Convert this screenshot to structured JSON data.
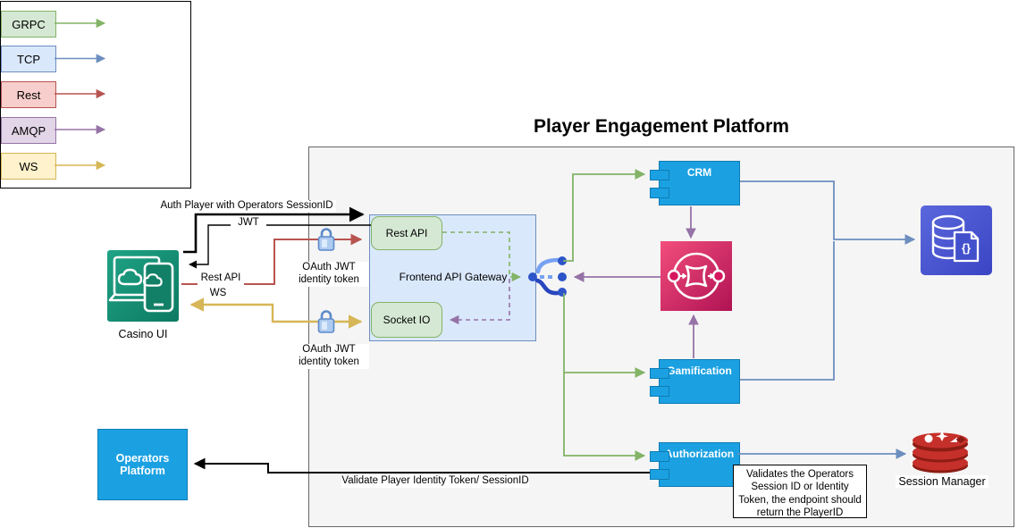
{
  "diagram_title": "Player Engagement Platform",
  "legend": {
    "items": [
      {
        "label": "GRPC",
        "fill": "#d5e8d4",
        "stroke": "#82b366"
      },
      {
        "label": "TCP",
        "fill": "#dae8fc",
        "stroke": "#6c8ebf"
      },
      {
        "label": "Rest",
        "fill": "#f8cecc",
        "stroke": "#b85450"
      },
      {
        "label": "AMQP",
        "fill": "#e1d5e7",
        "stroke": "#9673a6"
      },
      {
        "label": "WS",
        "fill": "#fff2cc",
        "stroke": "#d6b656"
      }
    ]
  },
  "nodes": {
    "casino_ui": {
      "label": "Casino UI"
    },
    "operators_platform": {
      "label": "Operators Platform"
    },
    "frontend_api_gateway": {
      "label": "Frontend API Gateway"
    },
    "rest_api": {
      "label": "Rest API"
    },
    "socket_io": {
      "label": "Socket IO"
    },
    "crm": {
      "label": "CRM"
    },
    "gamification": {
      "label": "Gamification"
    },
    "authorization": {
      "label": "Authorization"
    },
    "session_manager": {
      "label": "Session Manager"
    }
  },
  "edge_labels": {
    "auth_player": "Auth Player with Operators SessionID",
    "jwt": "JWT",
    "rest_api": "Rest API",
    "ws": "WS",
    "oauth_token_rest": "OAuth JWT identity token",
    "oauth_token_ws": "OAuth JWT identity token",
    "validate": "Validate Player Identity Token/ SessionID"
  },
  "note": {
    "text": "Validates the Operators Session ID or Identity Token, the endpoint should return the PlayerID"
  },
  "icons": {
    "casino_ui": "laptop-mobile-cloud-icon",
    "gateway_router": "load-balancer-icon",
    "event_bus": "event-bridge-icon",
    "database": "document-database-icon",
    "session_store": "redis-icon",
    "locks": "padlock-icon"
  },
  "colors": {
    "grpc_green": "#82b366",
    "tcp_blue": "#6c8ebf",
    "rest_red": "#b85450",
    "amqp_purple": "#9673a6",
    "ws_yellow": "#d6b656",
    "component_blue": "#1ba1e2",
    "container_gray": "#f5f5f5",
    "casino_teal": "#14876d",
    "event_bus_pink": "#d4175e",
    "database_indigo": "#4350cc",
    "redis_red": "#c6302b"
  }
}
